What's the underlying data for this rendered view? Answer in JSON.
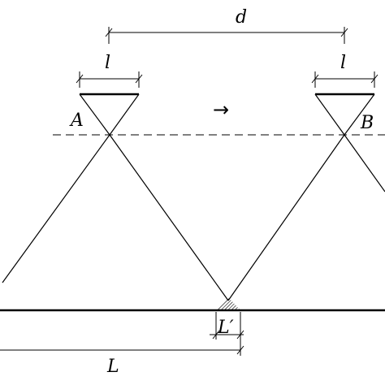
{
  "labels": {
    "d": "d",
    "l_left": "l",
    "l_right": "l",
    "A": "A",
    "B": "B",
    "motion_arrow": "→",
    "L_prime": "L′",
    "L": "L"
  }
}
